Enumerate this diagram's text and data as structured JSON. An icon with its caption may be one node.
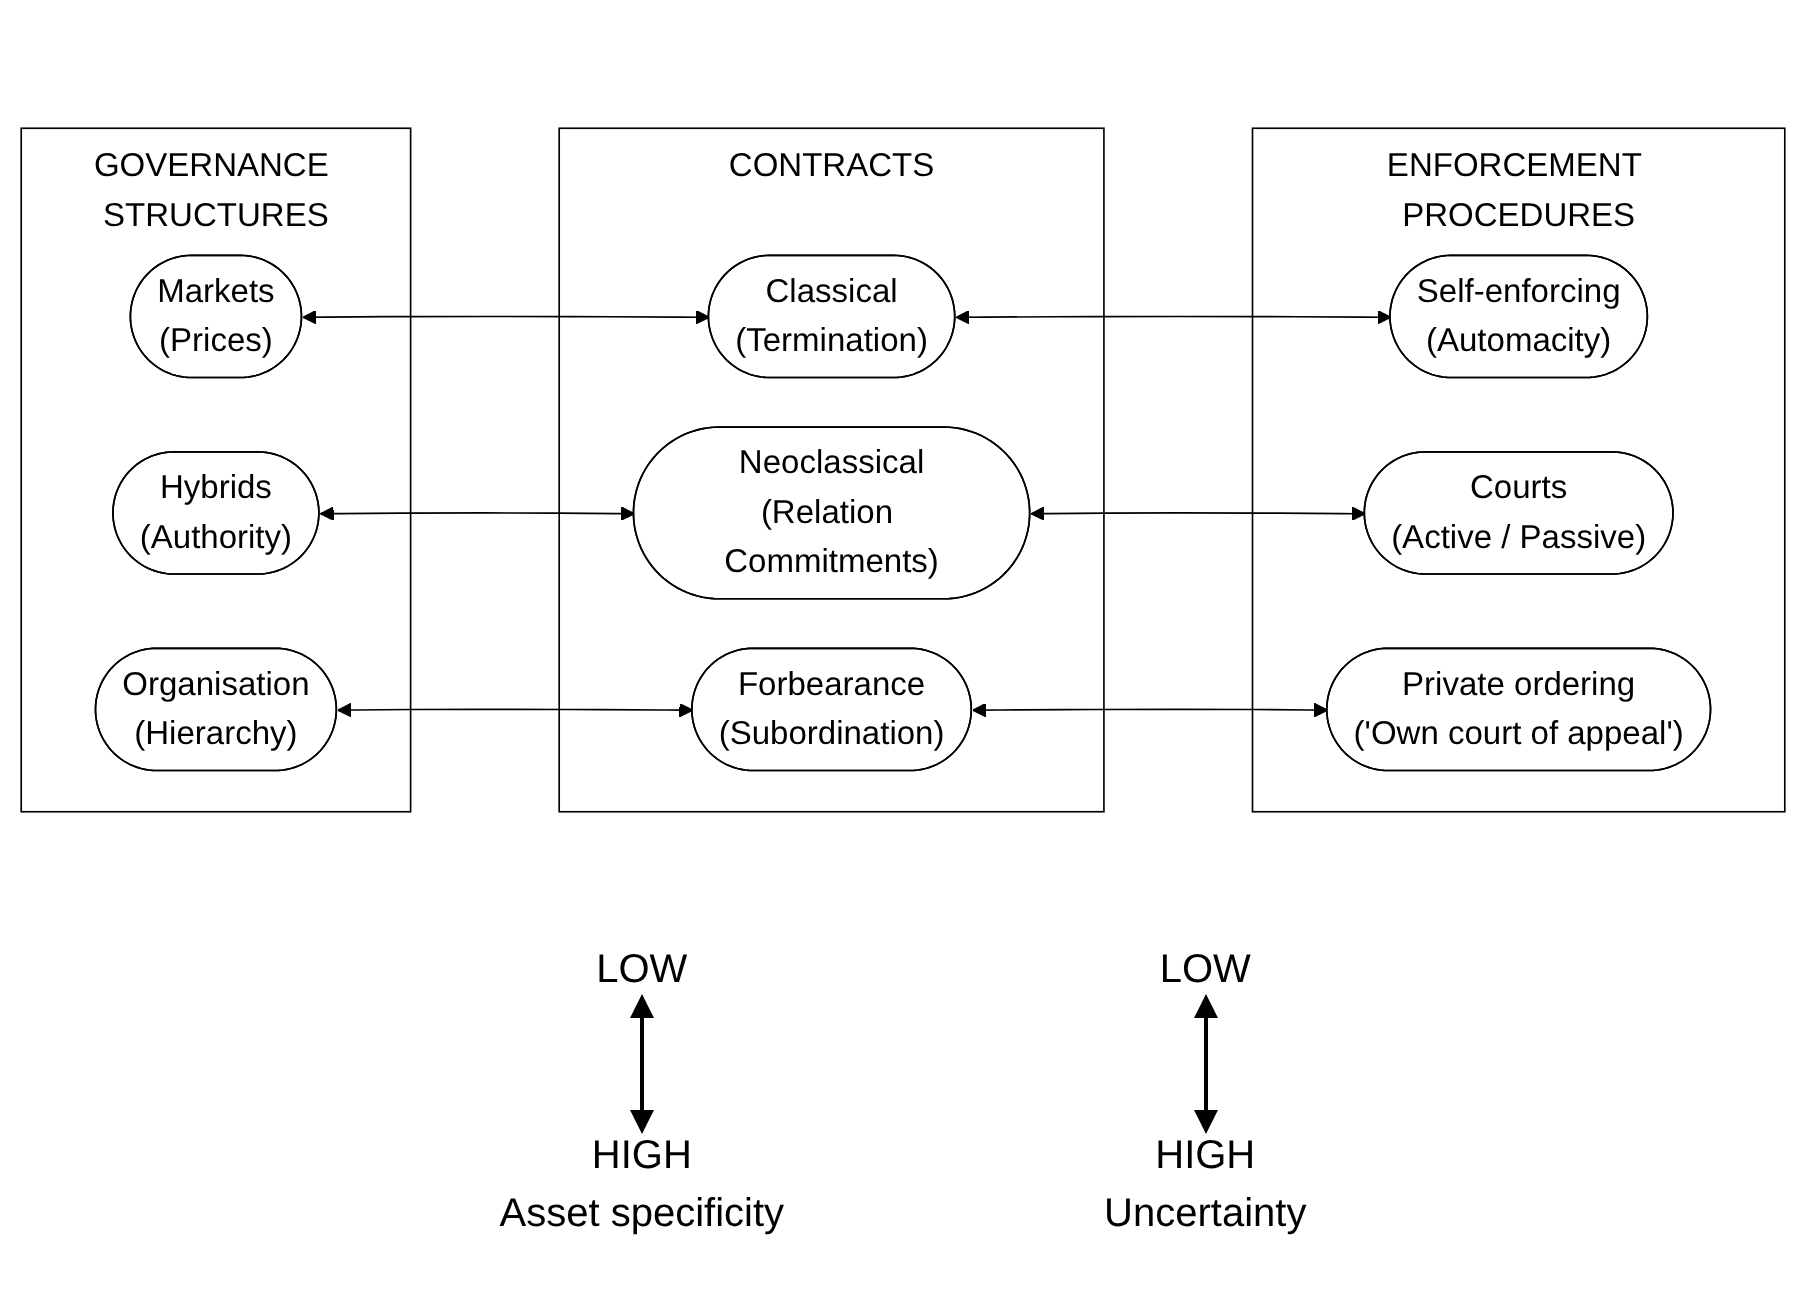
{
  "diagram": {
    "nodes": [
      {
        "text": [
          "GOVERNANCE STRUCTURES"
        ]
      },
      {
        "text": [
          "Markets",
          "(Prices)"
        ],
        "in": 0
      },
      {
        "text": [
          "Hybrids",
          "(Authority)"
        ],
        "in": 0
      },
      {
        "text": [
          "Organisation",
          "(Hierarchy)"
        ],
        "in": 0
      },
      {
        "text": [
          "CONTRACTS"
        ]
      },
      {
        "text": [
          "Classical",
          "(Termination)"
        ],
        "in": 4
      },
      {
        "text": [
          "Neoclassical",
          "(Relation Commitments)"
        ],
        "in": 4
      },
      {
        "text": [
          "Forbearance",
          "(Subordination)"
        ],
        "in": 4
      },
      {
        "text": [
          "ENFORCEMENT PROCEDURES"
        ]
      },
      {
        "text": [
          "Self-enforcing",
          "(Automacity)"
        ],
        "in": 8
      },
      {
        "text": [
          "Courts",
          "(Active / Passive)"
        ],
        "in": 8
      },
      {
        "text": [
          "Private ordering",
          "('Own court of appeal')"
        ],
        "in": 8
      }
    ],
    "edges": [
      {
        "from": 1,
        "to": 5,
        "arrow": "both"
      },
      {
        "from": 5,
        "to": 9,
        "arrow": "both"
      },
      {
        "from": 2,
        "to": 6,
        "arrow": "both"
      },
      {
        "from": 6,
        "to": 10,
        "arrow": "both"
      },
      {
        "from": 3,
        "to": 7,
        "arrow": "both"
      },
      {
        "from": 7,
        "to": 11,
        "arrow": "both"
      }
    ],
    "labels": [
      "LOW",
      "LOW",
      "HIGH",
      "HIGH",
      "Asset specificity",
      "Uncertainty"
    ]
  }
}
